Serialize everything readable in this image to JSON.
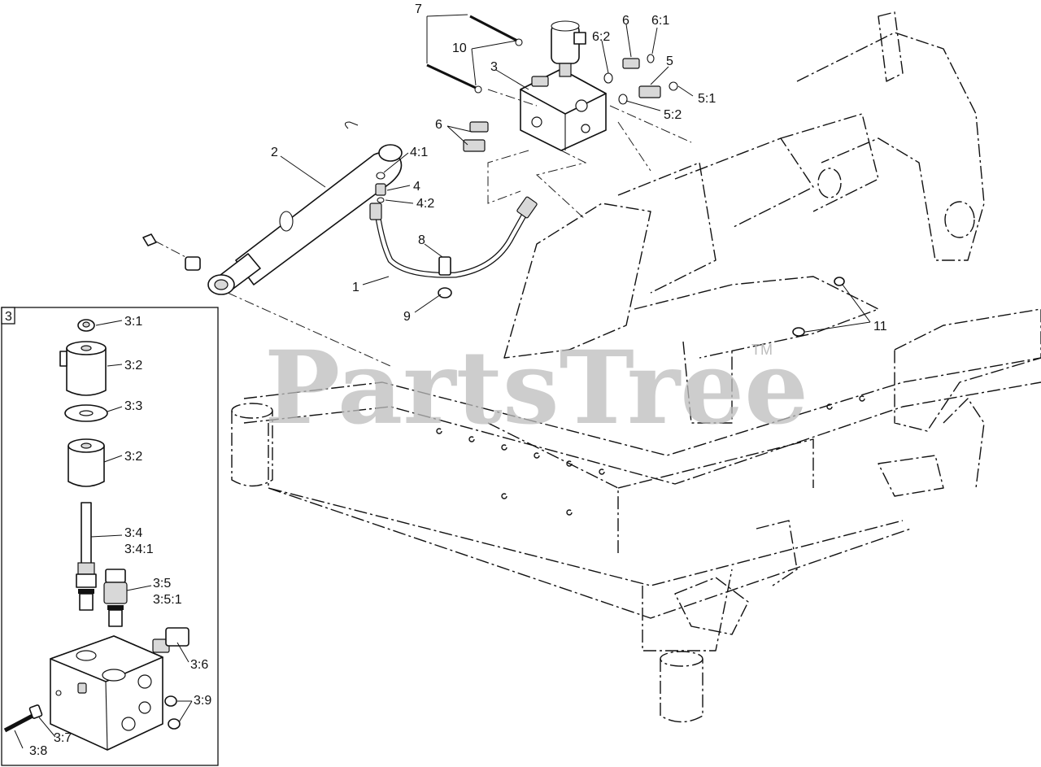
{
  "watermark": {
    "text": "PartsTree",
    "trademark": "TM"
  },
  "inset": {
    "tag": "3"
  },
  "callouts": {
    "c7": "7",
    "c6": "6",
    "c6_1": "6:1",
    "c6_2": "6:2",
    "c10": "10",
    "c3": "3",
    "c5": "5",
    "c5_1": "5:1",
    "c5_2": "5:2",
    "c6b": "6",
    "c2": "2",
    "c4_1": "4:1",
    "c4": "4",
    "c4_2": "4:2",
    "c8": "8",
    "c1": "1",
    "c9": "9",
    "c11": "11",
    "i3_1": "3:1",
    "i3_2a": "3:2",
    "i3_3": "3:3",
    "i3_2b": "3:2",
    "i3_4": "3:4",
    "i3_4_1": "3:4:1",
    "i3_5": "3:5",
    "i3_5_1": "3:5:1",
    "i3_6": "3:6",
    "i3_9": "3:9",
    "i3_7": "3:7",
    "i3_8": "3:8"
  }
}
